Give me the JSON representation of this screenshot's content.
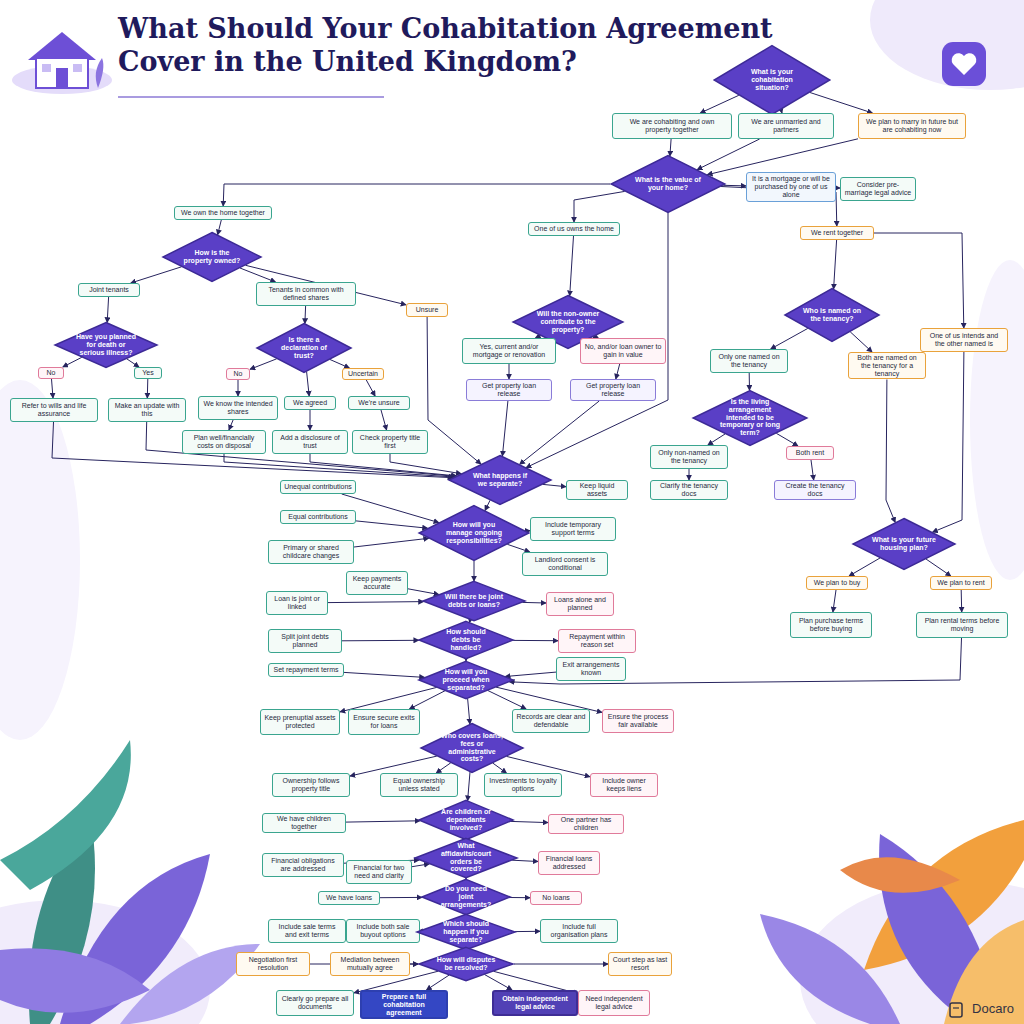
{
  "diagram": {
    "title": "What Should Your Cohabitation Agreement Cover in the United Kingdom?",
    "nodes": [
      {
        "text": [
          "What is your cohabitation situation?"
        ]
      },
      {
        "text": [
          "We are cohabiting and own property together"
        ]
      },
      {
        "text": [
          "We are unmarried and partners"
        ]
      },
      {
        "text": [
          "We plan to marry in future but are cohabiting now"
        ]
      },
      {
        "text": [
          "What is the value of your home?"
        ]
      },
      {
        "text": [
          "It is a mortgage or will be purchased by one of us alone"
        ]
      },
      {
        "text": [
          "Consider pre-marriage legal advice"
        ]
      },
      {
        "text": [
          "We own the home together"
        ]
      },
      {
        "text": [
          "How is the property owned?"
        ]
      },
      {
        "text": [
          "One of us owns the home"
        ]
      },
      {
        "text": [
          "We rent together"
        ]
      },
      {
        "text": [
          "Joint tenants"
        ]
      },
      {
        "text": [
          "Tenants in common with defined shares"
        ]
      },
      {
        "text": [
          "Unsure"
        ]
      },
      {
        "text": [
          "Will the non-owner contribute to the property?"
        ]
      },
      {
        "text": [
          "Who is named on the tenancy?"
        ]
      },
      {
        "text": [
          "One of us intends and the other named is"
        ]
      },
      {
        "text": [
          "Have you planned for death or serious illness?"
        ]
      },
      {
        "text": [
          "Is there a declaration of trust?"
        ]
      },
      {
        "text": [
          "Yes, current and/or mortgage or renovation"
        ]
      },
      {
        "text": [
          "No, and/or loan owner to gain in value"
        ]
      },
      {
        "text": [
          "Only one named on the tenancy"
        ]
      },
      {
        "text": [
          "Both are named on the tenancy for a tenancy"
        ]
      },
      {
        "text": [
          "No"
        ]
      },
      {
        "text": [
          "Yes"
        ]
      },
      {
        "text": [
          "No"
        ]
      },
      {
        "text": [
          "Uncertain"
        ]
      },
      {
        "text": [
          "Get property loan release"
        ]
      },
      {
        "text": [
          "Get property loan release"
        ]
      },
      {
        "text": [
          "Is the living arrangement intended to be temporary or long term?"
        ]
      },
      {
        "text": [
          "Refer to wills and life assurance"
        ]
      },
      {
        "text": [
          "Make an update with this"
        ]
      },
      {
        "text": [
          "We know the intended shares"
        ]
      },
      {
        "text": [
          "We agreed"
        ]
      },
      {
        "text": [
          "We're unsure"
        ]
      },
      {
        "text": [
          "Plan well/financially costs on disposal"
        ]
      },
      {
        "text": [
          "Add a disclosure of trust"
        ]
      },
      {
        "text": [
          "Check property title first"
        ]
      },
      {
        "text": [
          "Only non-named on the tenancy"
        ]
      },
      {
        "text": [
          "Both rent"
        ]
      },
      {
        "text": [
          "Clarify the tenancy docs"
        ]
      },
      {
        "text": [
          "Create the tenancy docs"
        ]
      },
      {
        "text": [
          "What happens if we separate?"
        ]
      },
      {
        "text": [
          "Keep liquid assets"
        ]
      },
      {
        "text": [
          "Unequal contributions"
        ]
      },
      {
        "text": [
          "Equal contributions"
        ]
      },
      {
        "text": [
          "How will you manage ongoing responsibilities?"
        ]
      },
      {
        "text": [
          "Include temporary support terms"
        ]
      },
      {
        "text": [
          "Primary or shared childcare changes"
        ]
      },
      {
        "text": [
          "Landlord consent is conditional"
        ]
      },
      {
        "text": [
          "What is your future housing plan?"
        ]
      },
      {
        "text": [
          "Keep payments accurate"
        ]
      },
      {
        "text": [
          "Loan is joint or linked"
        ]
      },
      {
        "text": [
          "Will there be joint debts or loans?"
        ]
      },
      {
        "text": [
          "Loans alone and planned"
        ]
      },
      {
        "text": [
          "We plan to buy"
        ]
      },
      {
        "text": [
          "We plan to rent"
        ]
      },
      {
        "text": [
          "Plan purchase terms before buying"
        ]
      },
      {
        "text": [
          "Plan rental terms before moving"
        ]
      },
      {
        "text": [
          "Split joint debts planned"
        ]
      },
      {
        "text": [
          "How should debts be handled?"
        ]
      },
      {
        "text": [
          "Repayment within reason set"
        ]
      },
      {
        "text": [
          "Exit arrangements known"
        ]
      },
      {
        "text": [
          "Set repayment terms"
        ]
      },
      {
        "text": [
          "How will you proceed when separated?"
        ]
      },
      {
        "text": [
          "Keep prenuptial assets protected"
        ]
      },
      {
        "text": [
          "Ensure secure exits for loans"
        ]
      },
      {
        "text": [
          "Records are clear and defendable"
        ]
      },
      {
        "text": [
          "Ensure the process fair available"
        ]
      },
      {
        "text": [
          "Who covers loans, fees or administrative costs?"
        ]
      },
      {
        "text": [
          "Ownership follows property title"
        ]
      },
      {
        "text": [
          "Equal ownership unless stated"
        ]
      },
      {
        "text": [
          "Investments to loyalty options"
        ]
      },
      {
        "text": [
          "Include owner keeps liens"
        ]
      },
      {
        "text": [
          "We have children together"
        ]
      },
      {
        "text": [
          "Are children or dependants involved?"
        ]
      },
      {
        "text": [
          "One partner has children"
        ]
      },
      {
        "text": [
          "Financial obligations are addressed"
        ]
      },
      {
        "text": [
          "Financial for two need and clarity"
        ]
      },
      {
        "text": [
          "What affidavits/court orders be covered?"
        ]
      },
      {
        "text": [
          "Financial loans addressed"
        ]
      },
      {
        "text": [
          "We have loans"
        ]
      },
      {
        "text": [
          "Do you need joint arrangements?"
        ]
      },
      {
        "text": [
          "No loans"
        ]
      },
      {
        "text": [
          "Include sale terms and exit terms"
        ]
      },
      {
        "text": [
          "Include both sale buyout options"
        ]
      },
      {
        "text": [
          "Which should happen if you separate?"
        ]
      },
      {
        "text": [
          "Include full organisation plans"
        ]
      },
      {
        "text": [
          "Negotiation first resolution"
        ]
      },
      {
        "text": [
          "Mediation between mutually agree"
        ]
      },
      {
        "text": [
          "How will disputes be resolved?"
        ]
      },
      {
        "text": [
          "Court step as last resort"
        ]
      },
      {
        "text": [
          "Clearly go prepare all documents"
        ]
      },
      {
        "text": [
          "Prepare a full cohabitation agreement"
        ]
      },
      {
        "text": [
          "Obtain independent legal advice"
        ]
      },
      {
        "text": [
          "Need independent legal advice"
        ]
      }
    ],
    "edges": [
      {
        "from": 0,
        "to": 1,
        "arrow": "to"
      },
      {
        "from": 0,
        "to": 2,
        "arrow": "to"
      },
      {
        "from": 0,
        "to": 3,
        "arrow": "to"
      },
      {
        "from": 1,
        "to": 4,
        "arrow": "to"
      },
      {
        "from": 2,
        "to": 4,
        "arrow": "to"
      },
      {
        "from": 3,
        "to": 4,
        "arrow": "to"
      },
      {
        "from": 4,
        "to": 5,
        "arrow": "to"
      },
      {
        "from": 5,
        "to": 6,
        "arrow": "to"
      },
      {
        "from": 4,
        "to": 7,
        "arrow": "to"
      },
      {
        "from": 4,
        "to": 9,
        "arrow": "to"
      },
      {
        "from": 4,
        "to": 10,
        "arrow": "to"
      },
      {
        "from": 7,
        "to": 8,
        "arrow": "to"
      },
      {
        "from": 8,
        "to": 11,
        "arrow": "to"
      },
      {
        "from": 8,
        "to": 12,
        "arrow": "to"
      },
      {
        "from": 8,
        "to": 13,
        "arrow": "to"
      },
      {
        "from": 11,
        "to": 17,
        "arrow": "to"
      },
      {
        "from": 12,
        "to": 18,
        "arrow": "to"
      },
      {
        "from": 17,
        "to": 23,
        "arrow": "to"
      },
      {
        "from": 17,
        "to": 24,
        "arrow": "to"
      },
      {
        "from": 18,
        "to": 25,
        "arrow": "to"
      },
      {
        "from": 18,
        "to": 26,
        "arrow": "to"
      },
      {
        "from": 18,
        "to": 33,
        "arrow": "to"
      },
      {
        "from": 23,
        "to": 30,
        "arrow": "to"
      },
      {
        "from": 24,
        "to": 31,
        "arrow": "to"
      },
      {
        "from": 25,
        "to": 32,
        "arrow": "to"
      },
      {
        "from": 26,
        "to": 34,
        "arrow": "to"
      },
      {
        "from": 32,
        "to": 35,
        "arrow": "to"
      },
      {
        "from": 33,
        "to": 36,
        "arrow": "to"
      },
      {
        "from": 34,
        "to": 37,
        "arrow": "to"
      },
      {
        "from": 9,
        "to": 14,
        "arrow": "to"
      },
      {
        "from": 14,
        "to": 19,
        "arrow": "to"
      },
      {
        "from": 14,
        "to": 20,
        "arrow": "to"
      },
      {
        "from": 19,
        "to": 27,
        "arrow": "to"
      },
      {
        "from": 20,
        "to": 28,
        "arrow": "to"
      },
      {
        "from": 10,
        "to": 15,
        "arrow": "to"
      },
      {
        "from": 10,
        "to": 16,
        "arrow": "to"
      },
      {
        "from": 15,
        "to": 21,
        "arrow": "to"
      },
      {
        "from": 15,
        "to": 22,
        "arrow": "to"
      },
      {
        "from": 21,
        "to": 29,
        "arrow": "to"
      },
      {
        "from": 29,
        "to": 38,
        "arrow": "to"
      },
      {
        "from": 29,
        "to": 39,
        "arrow": "to"
      },
      {
        "from": 38,
        "to": 40,
        "arrow": "to"
      },
      {
        "from": 39,
        "to": 41,
        "arrow": "to"
      },
      {
        "from": 22,
        "to": 50,
        "arrow": "to"
      },
      {
        "from": 16,
        "to": 50,
        "arrow": "to"
      },
      {
        "from": 50,
        "to": 55,
        "arrow": "to"
      },
      {
        "from": 50,
        "to": 56,
        "arrow": "to"
      },
      {
        "from": 55,
        "to": 57,
        "arrow": "to"
      },
      {
        "from": 56,
        "to": 58,
        "arrow": "to"
      },
      {
        "from": 58,
        "to": 64,
        "arrow": "to"
      },
      {
        "from": 30,
        "to": 42,
        "arrow": "to"
      },
      {
        "from": 31,
        "to": 42,
        "arrow": "to"
      },
      {
        "from": 35,
        "to": 42,
        "arrow": "to"
      },
      {
        "from": 36,
        "to": 42,
        "arrow": "to"
      },
      {
        "from": 37,
        "to": 42,
        "arrow": "to"
      },
      {
        "from": 13,
        "to": 42,
        "arrow": "to"
      },
      {
        "from": 27,
        "to": 42,
        "arrow": "to"
      },
      {
        "from": 28,
        "to": 42,
        "arrow": "to"
      },
      {
        "from": 4,
        "to": 42,
        "arrow": "to"
      },
      {
        "from": 42,
        "to": 43,
        "arrow": "to"
      },
      {
        "from": 44,
        "to": 46,
        "arrow": "to"
      },
      {
        "from": 45,
        "to": 46,
        "arrow": "to"
      },
      {
        "from": 48,
        "to": 46,
        "arrow": "to"
      },
      {
        "from": 42,
        "to": 46,
        "arrow": "to"
      },
      {
        "from": 46,
        "to": 47,
        "arrow": "to"
      },
      {
        "from": 46,
        "to": 49,
        "arrow": "to"
      },
      {
        "from": 46,
        "to": 53,
        "arrow": "to"
      },
      {
        "from": 51,
        "to": 53,
        "arrow": "to"
      },
      {
        "from": 52,
        "to": 53,
        "arrow": "to"
      },
      {
        "from": 53,
        "to": 54,
        "arrow": "to"
      },
      {
        "from": 53,
        "to": 60,
        "arrow": "to"
      },
      {
        "from": 59,
        "to": 60,
        "arrow": "to"
      },
      {
        "from": 60,
        "to": 61,
        "arrow": "to"
      },
      {
        "from": 60,
        "to": 64,
        "arrow": "to"
      },
      {
        "from": 62,
        "to": 64,
        "arrow": "to"
      },
      {
        "from": 63,
        "to": 64,
        "arrow": "to"
      },
      {
        "from": 64,
        "to": 65,
        "arrow": "to"
      },
      {
        "from": 64,
        "to": 66,
        "arrow": "to"
      },
      {
        "from": 64,
        "to": 67,
        "arrow": "to"
      },
      {
        "from": 64,
        "to": 68,
        "arrow": "to"
      },
      {
        "from": 64,
        "to": 69,
        "arrow": "to"
      },
      {
        "from": 69,
        "to": 70,
        "arrow": "to"
      },
      {
        "from": 69,
        "to": 71,
        "arrow": "to"
      },
      {
        "from": 69,
        "to": 72,
        "arrow": "to"
      },
      {
        "from": 69,
        "to": 73,
        "arrow": "to"
      },
      {
        "from": 69,
        "to": 75,
        "arrow": "to"
      },
      {
        "from": 74,
        "to": 75,
        "arrow": "to"
      },
      {
        "from": 75,
        "to": 76,
        "arrow": "to"
      },
      {
        "from": 75,
        "to": 79,
        "arrow": "to"
      },
      {
        "from": 77,
        "to": 79,
        "arrow": "to"
      },
      {
        "from": 78,
        "to": 79,
        "arrow": "to"
      },
      {
        "from": 79,
        "to": 80,
        "arrow": "to"
      },
      {
        "from": 79,
        "to": 82,
        "arrow": "to"
      },
      {
        "from": 81,
        "to": 82,
        "arrow": "to"
      },
      {
        "from": 82,
        "to": 83,
        "arrow": "to"
      },
      {
        "from": 82,
        "to": 86,
        "arrow": "to"
      },
      {
        "from": 84,
        "to": 86,
        "arrow": "to"
      },
      {
        "from": 85,
        "to": 86,
        "arrow": "to"
      },
      {
        "from": 86,
        "to": 87,
        "arrow": "to"
      },
      {
        "from": 86,
        "to": 90,
        "arrow": "to"
      },
      {
        "from": 88,
        "to": 90,
        "arrow": "to"
      },
      {
        "from": 89,
        "to": 90,
        "arrow": "to"
      },
      {
        "from": 90,
        "to": 91,
        "arrow": "to"
      },
      {
        "from": 90,
        "to": 92,
        "arrow": "to"
      },
      {
        "from": 90,
        "to": 93,
        "arrow": "to"
      },
      {
        "from": 90,
        "to": 94,
        "arrow": "to"
      },
      {
        "from": 90,
        "to": 95,
        "arrow": "to"
      }
    ],
    "labels": [
      "Docaro"
    ]
  }
}
